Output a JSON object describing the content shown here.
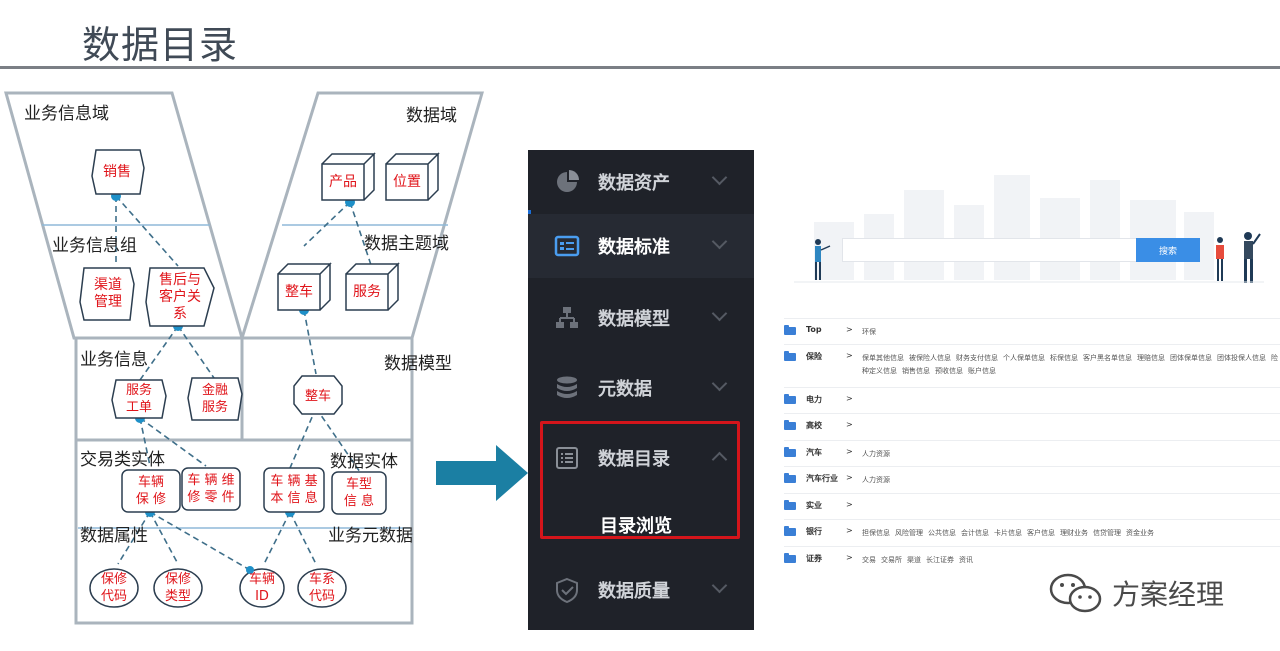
{
  "slide": {
    "title": "数据目录"
  },
  "diagram": {
    "labels": {
      "biz_domain": "业务信息域",
      "data_domain": "数据域",
      "biz_group": "业务信息组",
      "data_subject": "数据主题域",
      "biz_info": "业务信息",
      "data_model": "数据模型",
      "trade_entity": "交易类实体",
      "data_entity": "数据实体",
      "data_attr": "数据属性",
      "biz_meta": "业务元数据"
    },
    "nodes": {
      "sales": "销售",
      "product": "产品",
      "location": "位置",
      "channel": "渠道\n管理",
      "aftersales": "售后与\n客户关\n系",
      "vehicle": "整车",
      "service": "服务",
      "service_order": "服务\n工单",
      "finance": "金融\n服务",
      "vehicle_model": "整车",
      "vehicle_repair": "车辆\n保 修",
      "vehicle_parts": "车 辆 维\n修 零 件",
      "vehicle_basic": "车 辆 基\n本 信 息",
      "model_info": "车型\n信 息",
      "repair_code": "保修\n代码",
      "repair_type": "保修\n类型",
      "vehicle_id": "车辆\nID",
      "series_code": "车系\n代码"
    }
  },
  "app": {
    "sidebar": {
      "items": [
        {
          "label": "数据资产",
          "icon": "pie-chart-icon"
        },
        {
          "label": "数据标准",
          "icon": "id-card-icon"
        },
        {
          "label": "数据模型",
          "icon": "hierarchy-icon"
        },
        {
          "label": "元数据",
          "icon": "database-icon"
        },
        {
          "label": "数据目录",
          "icon": "list-icon"
        },
        {
          "label": "数据质量",
          "icon": "shield-check-icon"
        }
      ],
      "sub_item": "目录浏览",
      "accent": "#1a6ed8",
      "highlight": "#d4151b"
    },
    "search": {
      "button": "搜索"
    },
    "catalog": [
      {
        "name": "Top",
        "subs": [
          "环保"
        ]
      },
      {
        "name": "保险",
        "subs": [
          "保单其他信息",
          "被保险人信息",
          "财务支付信息",
          "个人保单信息",
          "标保信息",
          "客户黑名单信息",
          "理赔信息",
          "团体保单信息",
          "团体投保人信息",
          "险种定义信息",
          "销售信息",
          "预收信息",
          "账户信息"
        ]
      },
      {
        "name": "电力",
        "subs": []
      },
      {
        "name": "高校",
        "subs": []
      },
      {
        "name": "汽车",
        "subs": [
          "人力资源"
        ]
      },
      {
        "name": "汽车行业",
        "subs": [
          "人力资源"
        ]
      },
      {
        "name": "实业",
        "subs": []
      },
      {
        "name": "银行",
        "subs": [
          "担保信息",
          "风险管理",
          "公共信息",
          "会计信息",
          "卡片信息",
          "客户信息",
          "理财业务",
          "信贷管理",
          "资金业务"
        ]
      },
      {
        "name": "证券",
        "subs": [
          "交易",
          "交易所",
          "渠道",
          "长江证券",
          "资讯"
        ]
      }
    ]
  },
  "watermark": {
    "text": "方案经理"
  }
}
